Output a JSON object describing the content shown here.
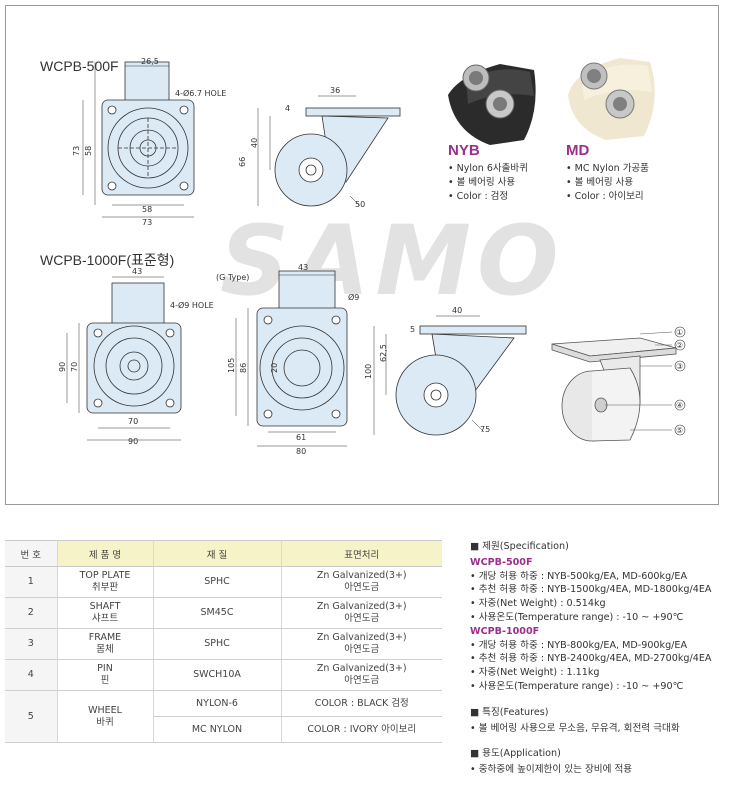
{
  "drawing": {
    "watermark": "SAMO",
    "model_500": "WCPB-500F",
    "model_1000": "WCPB-1000F(표준형)",
    "g_type": "(G Type)",
    "dims_500": {
      "top_width": "26,5",
      "hole": "4-Ø6.7 HOLE",
      "h73": "73",
      "h58": "58",
      "w58": "58",
      "w73": "73",
      "side_36": "36",
      "side_4": "4",
      "side_40": "40",
      "side_66": "66",
      "wheel_50": "50"
    },
    "dims_1000": {
      "top_width": "43",
      "hole": "4-Ø9 HOLE",
      "h90": "90",
      "h70": "70",
      "w70": "70",
      "w90": "90",
      "g_43": "43",
      "g_9": "Ø9",
      "g_105": "105",
      "g_86": "86",
      "g_20": "20",
      "g_61": "61",
      "g_80": "80",
      "side_40": "40",
      "side_5": "5",
      "side_625": "62,5",
      "side_100": "100",
      "wheel_75": "75"
    },
    "callouts": [
      "①",
      "②",
      "③",
      "④",
      "⑤"
    ]
  },
  "products": [
    {
      "name": "NYB",
      "color": "#9a2f8c",
      "items": [
        "Nylon 6사출바퀴",
        "볼 베어링 사용",
        "Color : 검정"
      ]
    },
    {
      "name": "MD",
      "color": "#9a2f8c",
      "items": [
        "MC Nylon 가공품",
        "볼 베어링 사용",
        "Color : 아이보리"
      ]
    }
  ],
  "table": {
    "headers": [
      "번 호",
      "제 품 명",
      "재 질",
      "표면처리"
    ],
    "rows": [
      {
        "no": "1",
        "name1": "TOP PLATE",
        "name2": "취부판",
        "material": "SPHC",
        "finish1": "Zn Galvanized(3+)",
        "finish2": "아연도금"
      },
      {
        "no": "2",
        "name1": "SHAFT",
        "name2": "샤프트",
        "material": "SM45C",
        "finish1": "Zn Galvanized(3+)",
        "finish2": "아연도금"
      },
      {
        "no": "3",
        "name1": "FRAME",
        "name2": "몸체",
        "material": "SPHC",
        "finish1": "Zn Galvanized(3+)",
        "finish2": "아연도금"
      },
      {
        "no": "4",
        "name1": "PIN",
        "name2": "핀",
        "material": "SWCH10A",
        "finish1": "Zn Galvanized(3+)",
        "finish2": "아연도금"
      }
    ],
    "wheel": {
      "no": "5",
      "name1": "WHEEL",
      "name2": "바퀴",
      "mat_a": "NYLON-6",
      "fin_a": "COLOR : BLACK 검정",
      "mat_b": "MC NYLON",
      "fin_b": "COLOR : IVORY 아이보리"
    }
  },
  "spec": {
    "title": "제원(Specification)",
    "m500": "WCPB-500F",
    "m500_items": [
      "개당 허용 하중 : NYB-500kg/EA, MD-600kg/EA",
      "추천 허용 하중 : NYB-1500kg/4EA, MD-1800kg/4EA",
      "자중(Net Weight) : 0.514kg",
      "사용온도(Temperature range) : -10 ~ +90℃"
    ],
    "m1000": "WCPB-1000F",
    "m1000_items": [
      "개당 허용 하중 : NYB-800kg/EA, MD-900kg/EA",
      "추천 허용 하중 : NYB-2400kg/4EA, MD-2700kg/4EA",
      "자중(Net Weight) : 1.11kg",
      "사용온도(Temperature range) : -10 ~ +90℃"
    ],
    "features_title": "특징(Features)",
    "features_items": [
      "볼 베어링 사용으로 무소음, 무유격, 회전력 극대화"
    ],
    "application_title": "용도(Application)",
    "application_items": [
      "중하중에 높이제한이 있는 장비에 적용"
    ]
  }
}
